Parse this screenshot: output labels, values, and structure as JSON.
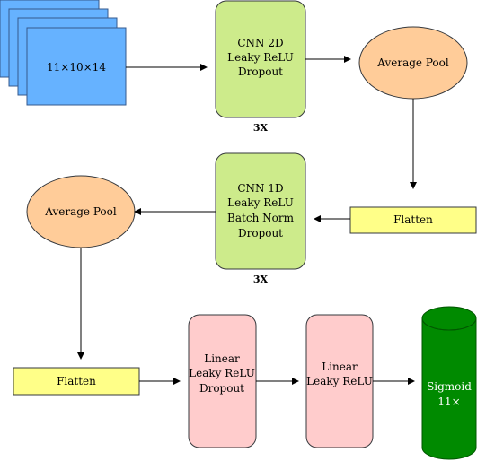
{
  "input": {
    "label": "11×10×14",
    "color": "#66b2ff",
    "border": "#36598c"
  },
  "cnn2d": {
    "lines": [
      "CNN 2D",
      "Leaky ReLU",
      "Dropout"
    ],
    "repeat": "3X",
    "color": "#cdeb8b"
  },
  "avgpool_1": {
    "label": "Average Pool",
    "color": "#ffcc99"
  },
  "flatten_1": {
    "label": "Flatten",
    "color": "#ffff88"
  },
  "cnn1d": {
    "lines": [
      "CNN 1D",
      "Leaky ReLU",
      "Batch Norm",
      "Dropout"
    ],
    "repeat": "3X",
    "color": "#cdeb8b"
  },
  "avgpool_2": {
    "label": "Average Pool",
    "color": "#ffcc99"
  },
  "flatten_2": {
    "label": "Flatten",
    "color": "#ffff88"
  },
  "linear_1": {
    "lines": [
      "Linear",
      "Leaky ReLU",
      "Dropout"
    ],
    "color": "#ffcccc"
  },
  "linear_2": {
    "lines": [
      "Linear",
      "Leaky ReLU"
    ],
    "color": "#ffcccc"
  },
  "output": {
    "lines": [
      "Sigmoid",
      "11×"
    ],
    "color": "#008a00"
  }
}
